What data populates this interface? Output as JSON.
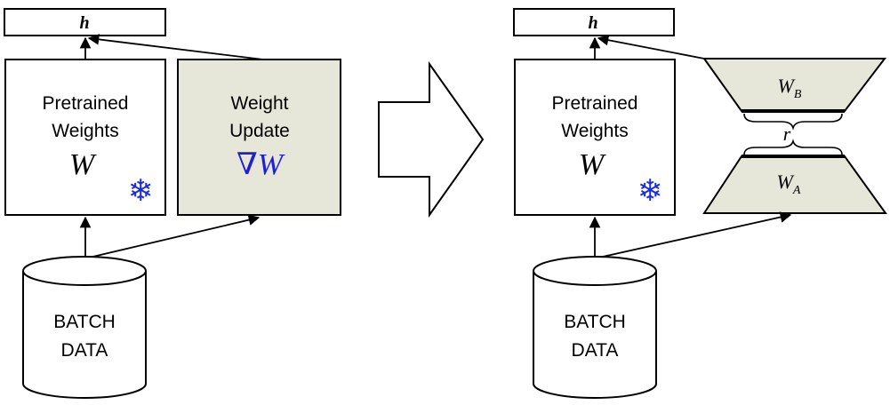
{
  "left": {
    "h_label": "h",
    "pretrained_line1": "Pretrained",
    "pretrained_line2": "Weights",
    "w_symbol": "W",
    "update_line1": "Weight",
    "update_line2": "Update",
    "delta_symbol": "∇W",
    "batch_line1": "BATCH",
    "batch_line2": "DATA",
    "snowflake_glyph": "❄"
  },
  "right": {
    "h_label": "h",
    "pretrained_line1": "Pretrained",
    "pretrained_line2": "Weights",
    "w_symbol": "W",
    "wb_base": "W",
    "wb_sub": "B",
    "r_label": "r",
    "wa_base": "W",
    "wa_sub": "A",
    "batch_line1": "BATCH",
    "batch_line2": "DATA",
    "snowflake_glyph": "❄"
  },
  "colors": {
    "update_fill": "#e6e7d9",
    "delta_color": "#1f1fd6",
    "snowflake_color": "#1a2ce0",
    "stroke": "#000000"
  },
  "icons": {
    "snowflake": "snowflake-icon",
    "arrow": "big-right-arrow"
  }
}
